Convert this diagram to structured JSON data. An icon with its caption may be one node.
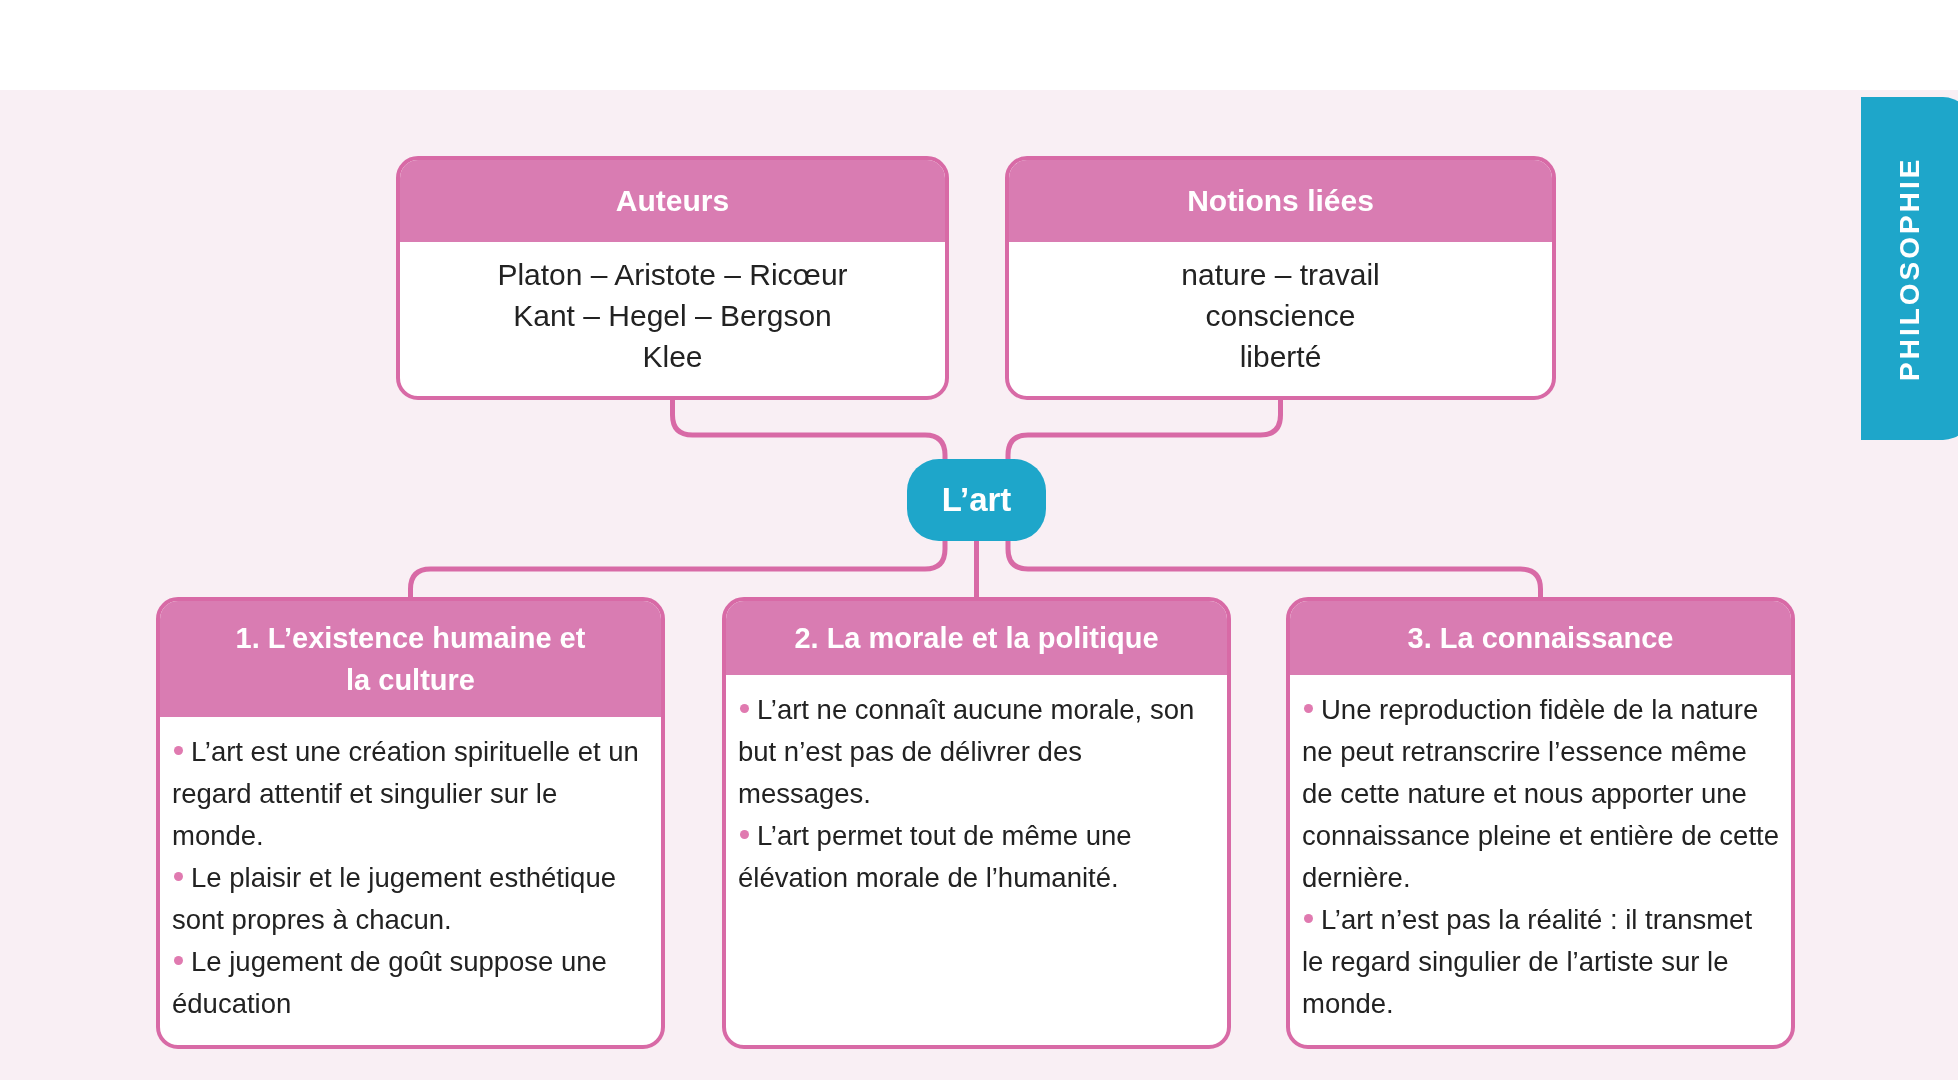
{
  "diagram": {
    "nodes": [
      {
        "text": [
          "Auteurs",
          "Platon – Aristote – Ricœur",
          "Kant – Hegel – Bergson",
          "Klee"
        ]
      },
      {
        "text": [
          "Notions liées",
          "nature – travail",
          "conscience",
          "liberté"
        ]
      },
      {
        "text": [
          "L’art"
        ]
      },
      {
        "text": [
          "1. L’existence humaine et la culture",
          "L’art est une création spirituelle et un regard attentif et singulier sur le monde.",
          "Le plaisir et le jugement esthétique sont propres à chacun.",
          "Le jugement de goût suppose une éducation"
        ]
      },
      {
        "text": [
          "2. La morale et la politique",
          "L’art ne connaît aucune morale, son but n’est pas de délivrer des messages.",
          "L’art permet tout de même une élévation morale de l’humanité."
        ]
      },
      {
        "text": [
          "3. La connaissance",
          "Une reproduction fidèle de la nature ne peut retranscrire l’essence même de cette nature et nous apporter une connaissance pleine et entière de cette dernière.",
          "L’art n’est pas la réalité : il transmet le regard singulier de l’artiste sur le monde."
        ]
      }
    ],
    "edges": [
      {
        "from": 2,
        "to": 0,
        "arrow": "none"
      },
      {
        "from": 2,
        "to": 1,
        "arrow": "none"
      },
      {
        "from": 2,
        "to": 3,
        "arrow": "none"
      },
      {
        "from": 2,
        "to": 4,
        "arrow": "none"
      },
      {
        "from": 2,
        "to": 5,
        "arrow": "none"
      }
    ],
    "labels": [
      "PHILOSOPHIE"
    ]
  }
}
